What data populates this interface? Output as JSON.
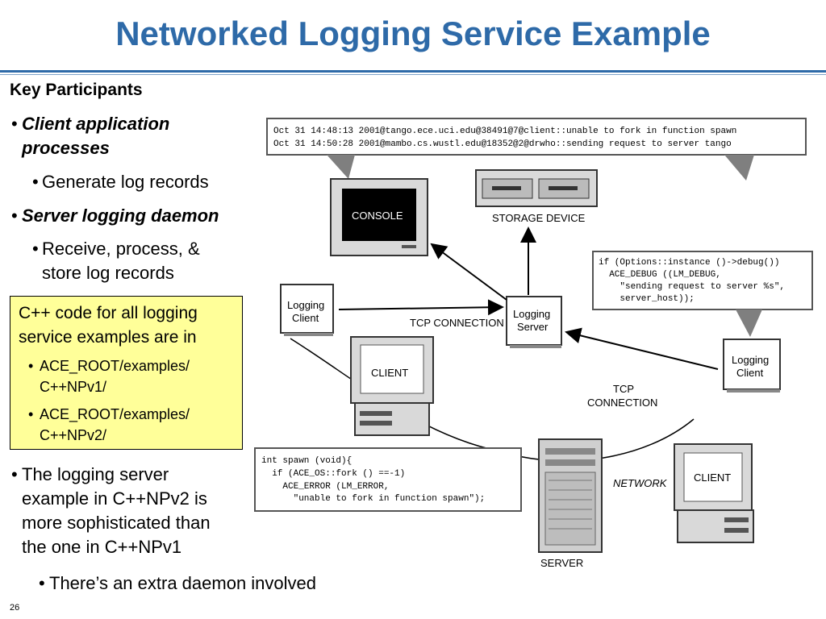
{
  "title": "Networked Logging Service Example",
  "left": {
    "heading": "Key Participants",
    "client_app": "Client application processes",
    "client_app_line1": "Client application",
    "client_app_line2": "processes",
    "generate": "Generate log records",
    "server_daemon": "Server logging daemon",
    "receive_line1": "Receive, process, &",
    "receive_line2": "store log records",
    "box": {
      "line1": "C++ code for all logging",
      "line2": "service examples are in",
      "item1_line1": "ACE_ROOT/examples/",
      "item1_line2": "C++NPv1/",
      "item2_line1": "ACE_ROOT/examples/",
      "item2_line2": "C++NPv2/"
    },
    "logging_server_lines": [
      "The logging server",
      "example in C++NPv2 is",
      "more sophisticated than",
      "the one in C++NPv1"
    ],
    "extra": "There’s an extra daemon involved"
  },
  "diagram": {
    "log_lines": [
      "Oct 31 14:48:13 2001@tango.ece.uci.edu@38491@7@client::unable to fork in function spawn",
      "Oct 31 14:50:28 2001@mambo.cs.wustl.edu@18352@2@drwho::sending request to server tango"
    ],
    "console": "CONSOLE",
    "storage": "STORAGE DEVICE",
    "code_debug": [
      "if (Options::instance ()->debug())",
      "  ACE_DEBUG ((LM_DEBUG,",
      "    \"sending request to server %s\",",
      "    server_host));"
    ],
    "logging_client": [
      "Logging",
      "Client"
    ],
    "logging_server": [
      "Logging",
      "Server"
    ],
    "tcp_connection": "TCP CONNECTION",
    "tcp": "TCP",
    "connection": "CONNECTION",
    "client": "CLIENT",
    "network": "NETWORK",
    "server": "SERVER",
    "code_spawn": [
      "int spawn (void){",
      "  if (ACE_OS::fork () ==-1)",
      "    ACE_ERROR (LM_ERROR,",
      "      \"unable to fork in function spawn\");"
    ]
  },
  "page_number": "26",
  "colors": {
    "title": "#2e6aa8",
    "box": "#ffff99"
  }
}
